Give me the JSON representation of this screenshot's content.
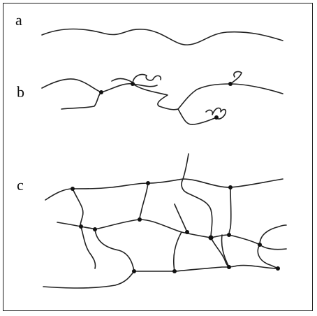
{
  "panels": [
    {
      "id": "a",
      "label": "a"
    },
    {
      "id": "b",
      "label": "b"
    },
    {
      "id": "c",
      "label": "c"
    }
  ],
  "colors": {
    "line": "#222222",
    "node": "#111111",
    "border": "#1a1a1a",
    "background": "#ffffff"
  }
}
